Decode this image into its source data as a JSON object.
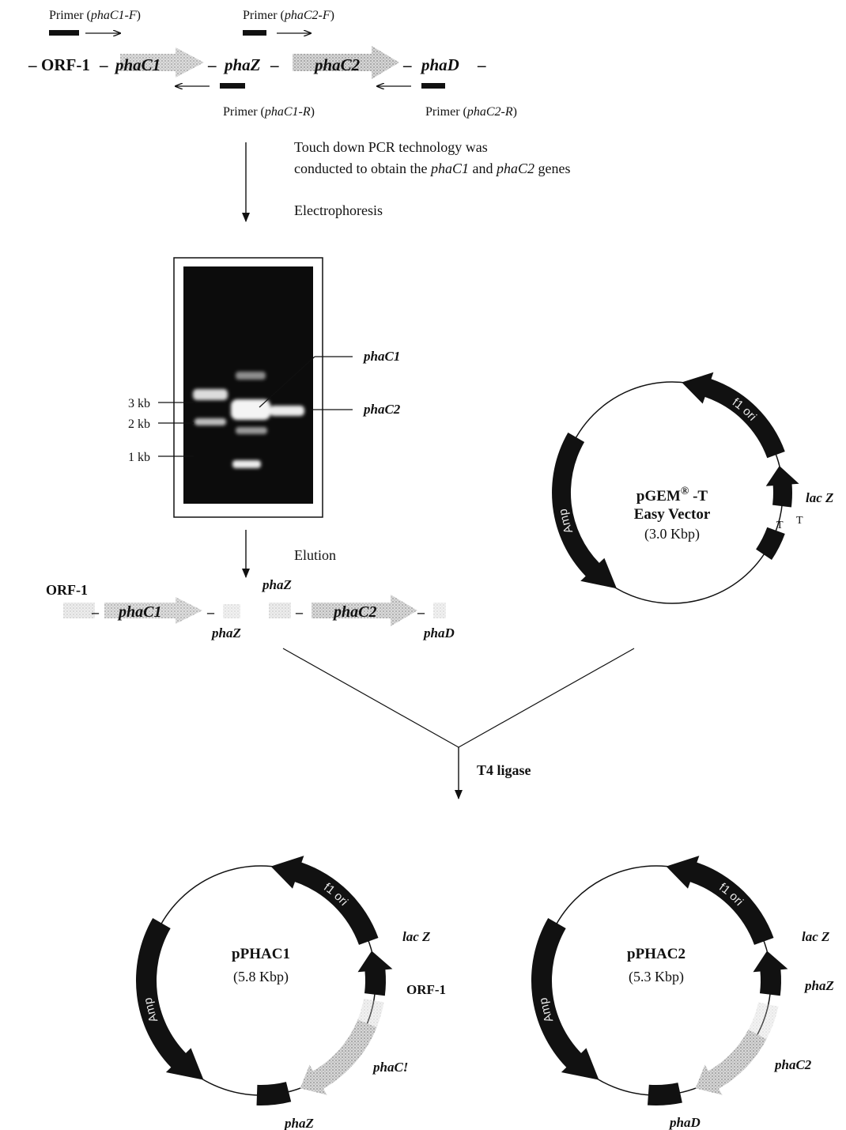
{
  "primers": {
    "c1f": {
      "word": "Primer (",
      "name": "phaC1-F",
      "close": ")"
    },
    "c2f": {
      "word": "Primer (",
      "name": "phaC2-F",
      "close": ")"
    },
    "c1r": {
      "word": "Primer (",
      "name": "phaC1-R",
      "close": ")"
    },
    "c2r": {
      "word": "Primer (",
      "name": "phaC2-R",
      "close": ")"
    }
  },
  "gene_cluster": {
    "orf1": "ORF-1",
    "phaC1": "phaC1",
    "phaZ": "phaZ",
    "phaC2": "phaC2",
    "phaD": "phaD",
    "dash": "–"
  },
  "steps": {
    "pcr_line1": "Touch down PCR technology was",
    "pcr_line2_pre": "conducted to obtain the ",
    "pcr_line2_gene1": "phaC1",
    "pcr_line2_and": " and ",
    "pcr_line2_gene2": "phaC2",
    "pcr_line2_post": " genes",
    "electrophoresis": "Electrophoresis",
    "elution": "Elution",
    "ligase": "T4 ligase"
  },
  "gel": {
    "markers": [
      "3 kb",
      "2 kb",
      "1 kb"
    ],
    "band_labels": [
      "phaC1",
      "phaC2"
    ]
  },
  "eluted_fragments": {
    "orf1": "ORF-1",
    "phaC1": "phaC1",
    "phaZ_top": "phaZ",
    "phaZ_bottom": "phaZ",
    "phaC2": "phaC2",
    "phaD": "phaD"
  },
  "vector": {
    "name": "pGEM",
    "reg": "®",
    "suffix": " -T",
    "line2": "Easy Vector",
    "size": "(3.0 Kbp)",
    "amp": "Amp",
    "ori": "f1 ori",
    "lacz": "lac Z",
    "t1": "T",
    "t2": "T"
  },
  "plasmid1": {
    "name": "pPHAC1",
    "size": "(5.8 Kbp)",
    "amp": "Amp",
    "ori": "f1 ori",
    "lacz": "lac Z",
    "orf": "ORF-1",
    "insert": "phaC!",
    "bottom": "phaZ"
  },
  "plasmid2": {
    "name": "pPHAC2",
    "size": "(5.3 Kbp)",
    "amp": "Amp",
    "ori": "f1 ori",
    "lacz": "lac Z",
    "top": "phaZ",
    "insert": "phaC2",
    "bottom": "phaD"
  },
  "colors": {
    "ink": "#111111",
    "gene_arrow": "#bdbdbd",
    "gel_bg": "#0c0c0c",
    "band": "#f4f4f4"
  }
}
